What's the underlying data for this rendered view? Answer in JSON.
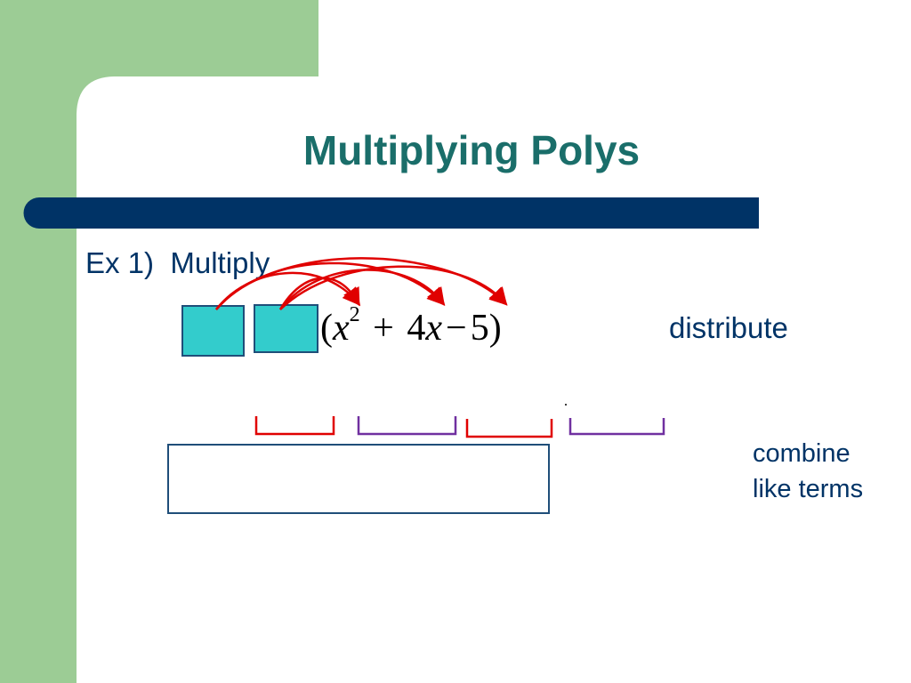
{
  "slide": {
    "title": "Multiplying Polys",
    "example_label": "Ex 1)  Multiply",
    "expression": {
      "open_paren": "(",
      "var1": "x",
      "exp1": "2",
      "plus": "+",
      "coef2": "4",
      "var2": "x",
      "minus": "−",
      "const": "5",
      "close_paren": ")"
    },
    "distribute_label": "distribute",
    "combine_label_line1": "combine",
    "combine_label_line2": "like terms"
  },
  "colors": {
    "sidebar": "#9ccc95",
    "header_bar": "#003366",
    "title": "#1a6e6a",
    "body_text": "#003366",
    "term_box_fill": "#33cccc",
    "arrow": "#e00000",
    "bracket_red": "#e00000",
    "bracket_purple": "#7030a0"
  }
}
